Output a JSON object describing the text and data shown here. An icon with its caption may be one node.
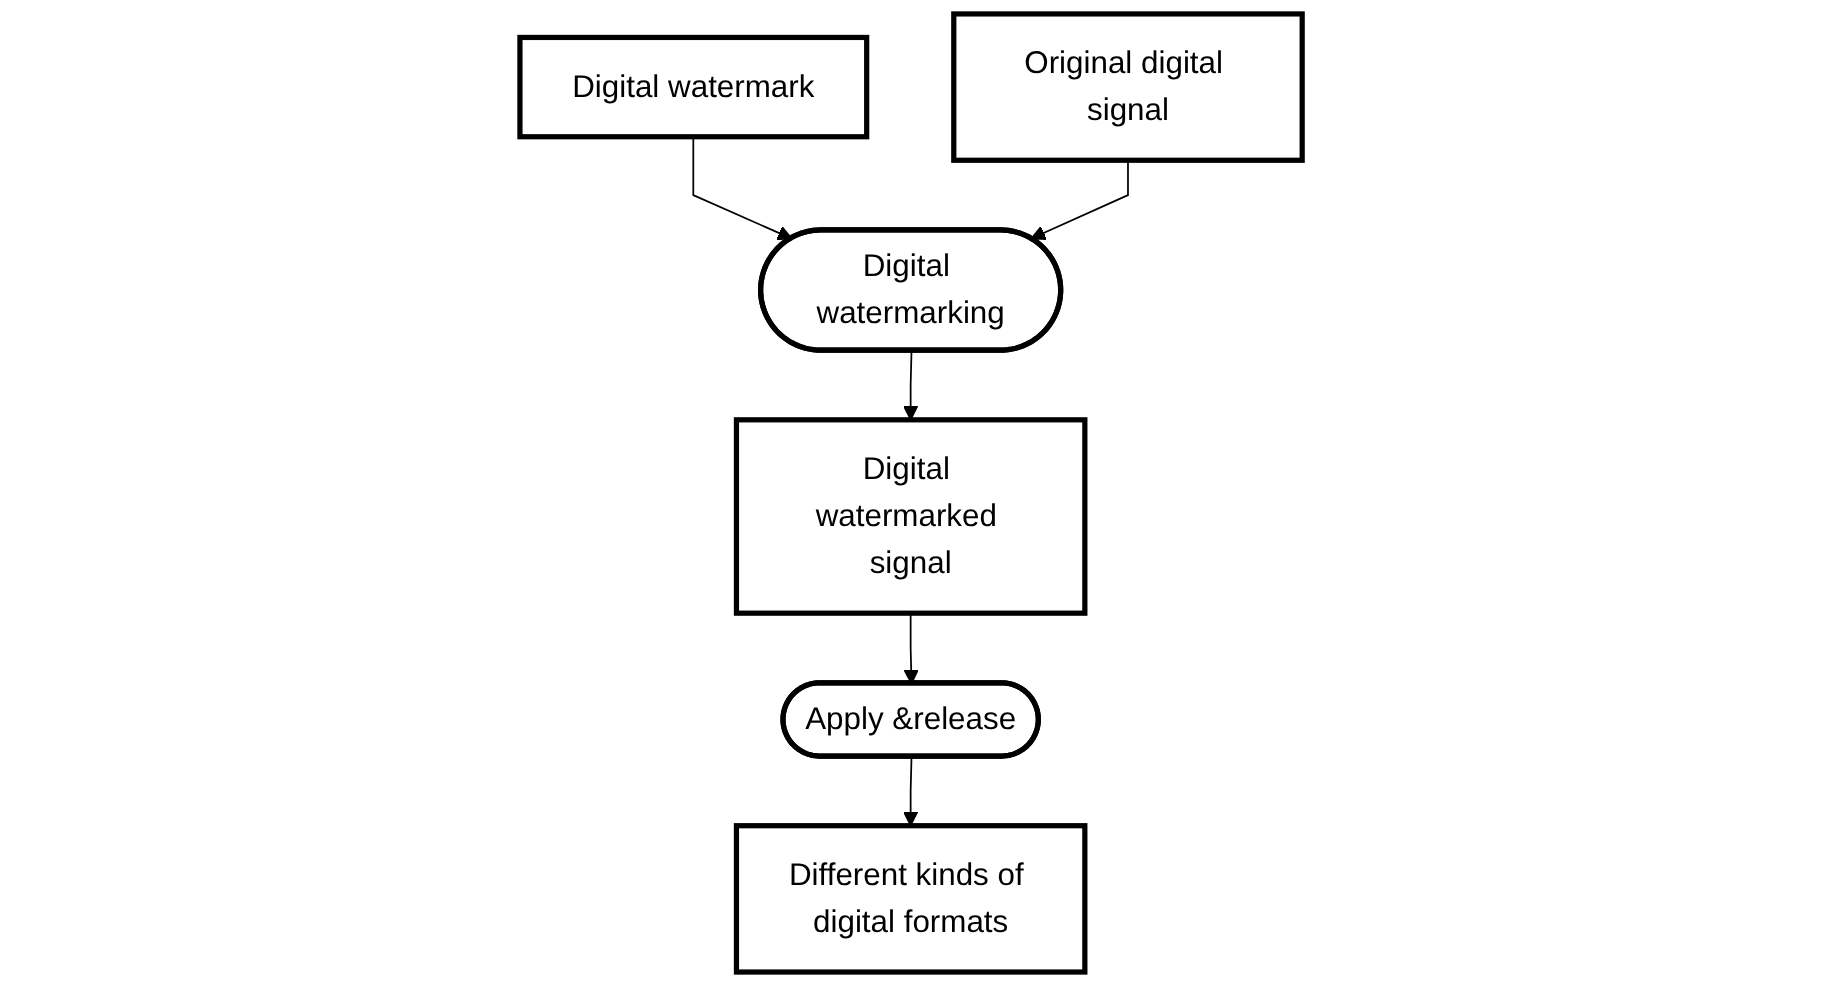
{
  "diagram": {
    "nodes": [
      {
        "text": [
          "Digital watermark"
        ]
      },
      {
        "text": [
          "Original digital signal"
        ]
      },
      {
        "text": [
          "Digital watermarking"
        ]
      },
      {
        "text": [
          "Digital watermarked signal"
        ]
      },
      {
        "text": [
          "Apply &release"
        ]
      },
      {
        "text": [
          "Different kinds of digital formats"
        ]
      }
    ],
    "edges": [
      {
        "from": 0,
        "to": 2,
        "arrow": "to"
      },
      {
        "from": 1,
        "to": 2,
        "arrow": "to"
      },
      {
        "from": 2,
        "to": 3,
        "arrow": "to"
      },
      {
        "from": 3,
        "to": 4,
        "arrow": "to"
      },
      {
        "from": 4,
        "to": 5,
        "arrow": "to"
      }
    ]
  }
}
